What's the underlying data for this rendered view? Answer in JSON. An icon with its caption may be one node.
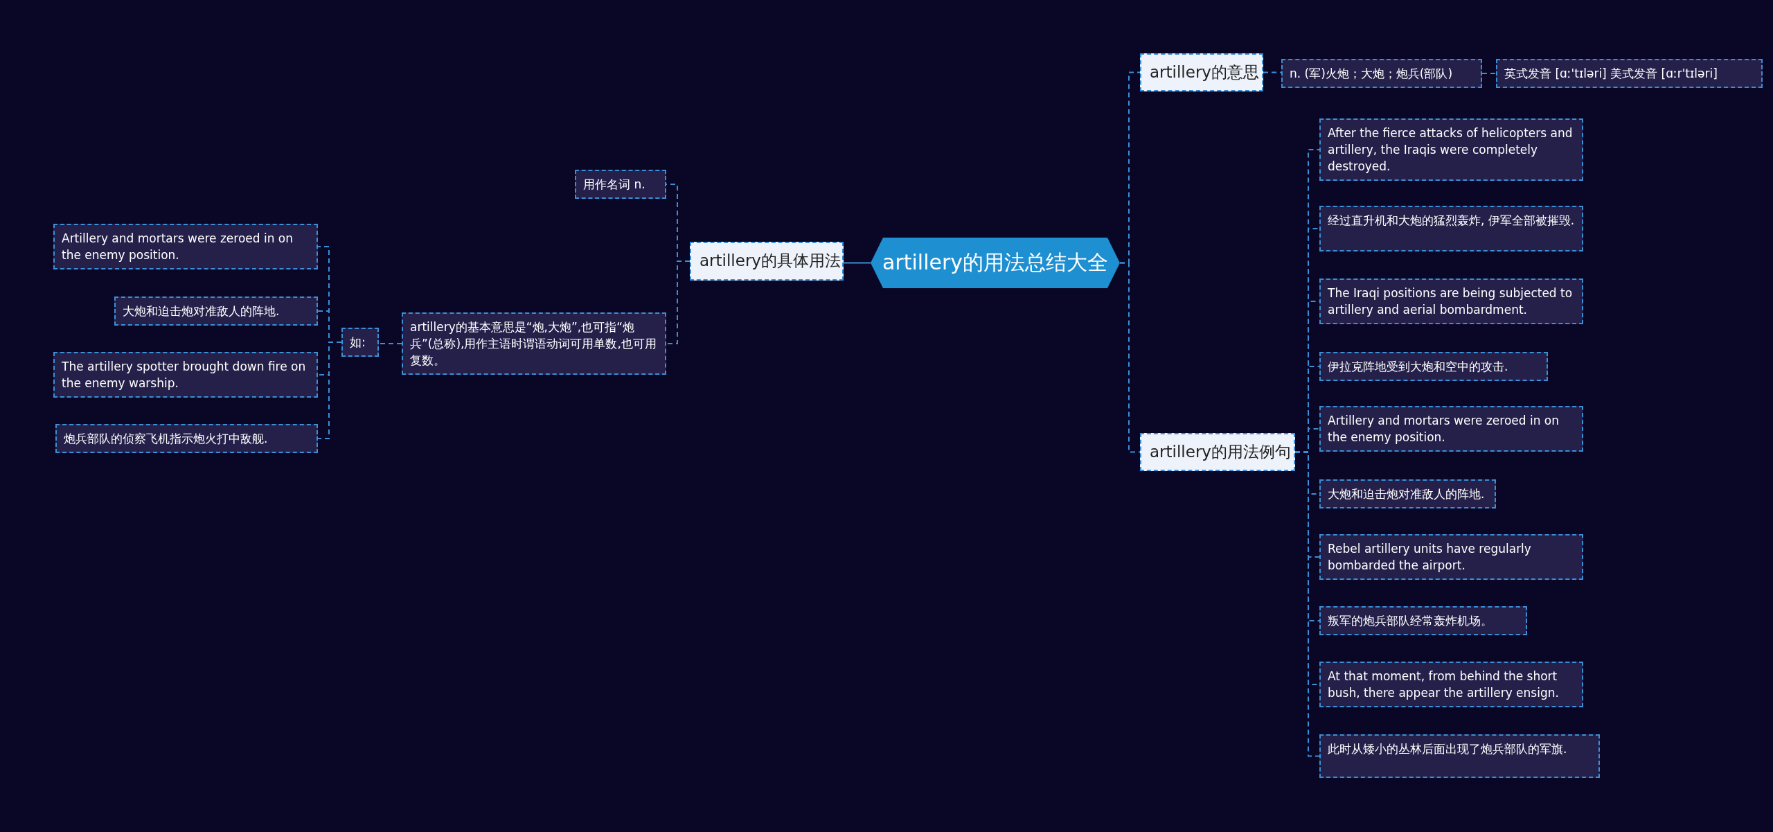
{
  "diagram": {
    "nodes": [
      {
        "text": [
          "artillery的用法总结大全"
        ]
      },
      {
        "text": [
          "artillery的意思"
        ]
      },
      {
        "text": [
          "n. (军)火炮；大炮；炮兵(部队)"
        ]
      },
      {
        "text": [
          "英式发音 [ɑː'tɪləri] 美式发音 [ɑːr'tɪləri]"
        ]
      },
      {
        "text": [
          "artillery的用法例句"
        ]
      },
      {
        "text": [
          "After the fierce attacks of helicopters and artillery, the Iraqis were completely destroyed."
        ]
      },
      {
        "text": [
          "经过直升机和大炮的猛烈轰炸, 伊军全部被摧毁."
        ]
      },
      {
        "text": [
          "The Iraqi positions are being subjected to artillery and aerial bombardment."
        ]
      },
      {
        "text": [
          "伊拉克阵地受到大炮和空中的攻击."
        ]
      },
      {
        "text": [
          "Artillery and mortars were zeroed in on the enemy position."
        ]
      },
      {
        "text": [
          "大炮和迫击炮对准敌人的阵地."
        ]
      },
      {
        "text": [
          "Rebel artillery units have regularly bombarded the airport."
        ]
      },
      {
        "text": [
          "叛军的炮兵部队经常轰炸机场。"
        ]
      },
      {
        "text": [
          "At that moment, from behind the short bush, there appear the artillery ensign."
        ]
      },
      {
        "text": [
          "此时从矮小的丛林后面出现了炮兵部队的军旗."
        ]
      },
      {
        "text": [
          "artillery的具体用法"
        ]
      },
      {
        "text": [
          "用作名词 n."
        ]
      },
      {
        "text": [
          "artillery的基本意思是“炮,大炮”,也可指“炮兵”(总称),用作主语时谓语动词可用单数,也可用复数。"
        ]
      },
      {
        "text": [
          "如:"
        ]
      },
      {
        "text": [
          "Artillery and mortars were zeroed in on the enemy position."
        ]
      },
      {
        "text": [
          "大炮和迫击炮对准敌人的阵地."
        ]
      },
      {
        "text": [
          "The artillery spotter brought down fire on the enemy warship."
        ]
      },
      {
        "text": [
          "炮兵部队的侦察飞机指示炮火打中敌舰."
        ]
      }
    ],
    "edges": [
      {
        "from": 0,
        "to": 1,
        "arrow": "none",
        "style": "dashed"
      },
      {
        "from": 0,
        "to": 4,
        "arrow": "none",
        "style": "dashed"
      },
      {
        "from": 0,
        "to": 15,
        "arrow": "none"
      },
      {
        "from": 1,
        "to": 2,
        "arrow": "none",
        "style": "dashed"
      },
      {
        "from": 2,
        "to": 3,
        "arrow": "none",
        "style": "dashed"
      },
      {
        "from": 4,
        "to": 5,
        "arrow": "none",
        "style": "dashed"
      },
      {
        "from": 4,
        "to": 6,
        "arrow": "none",
        "style": "dashed"
      },
      {
        "from": 4,
        "to": 7,
        "arrow": "none",
        "style": "dashed"
      },
      {
        "from": 4,
        "to": 8,
        "arrow": "none",
        "style": "dashed"
      },
      {
        "from": 4,
        "to": 9,
        "arrow": "none",
        "style": "dashed"
      },
      {
        "from": 4,
        "to": 10,
        "arrow": "none",
        "style": "dashed"
      },
      {
        "from": 4,
        "to": 11,
        "arrow": "none",
        "style": "dashed"
      },
      {
        "from": 4,
        "to": 12,
        "arrow": "none",
        "style": "dashed"
      },
      {
        "from": 4,
        "to": 13,
        "arrow": "none",
        "style": "dashed"
      },
      {
        "from": 4,
        "to": 14,
        "arrow": "none",
        "style": "dashed"
      },
      {
        "from": 15,
        "to": 16,
        "arrow": "none",
        "style": "dashed"
      },
      {
        "from": 15,
        "to": 17,
        "arrow": "none",
        "style": "dashed"
      },
      {
        "from": 17,
        "to": 18,
        "arrow": "none",
        "style": "dashed"
      },
      {
        "from": 18,
        "to": 19,
        "arrow": "none",
        "style": "dashed"
      },
      {
        "from": 18,
        "to": 20,
        "arrow": "none",
        "style": "dashed"
      },
      {
        "from": 18,
        "to": 21,
        "arrow": "none",
        "style": "dashed"
      },
      {
        "from": 18,
        "to": 22,
        "arrow": "none",
        "style": "dashed"
      }
    ]
  }
}
